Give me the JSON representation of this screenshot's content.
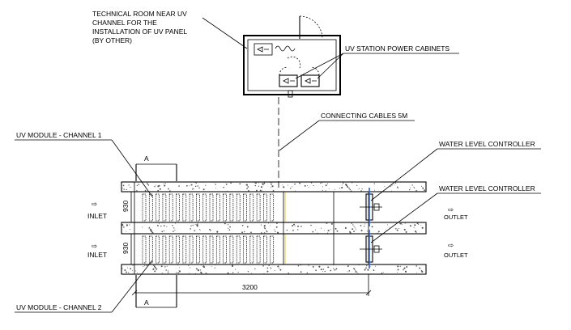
{
  "labels": {
    "technical_room": [
      "TECHNICAL ROOM NEAR UV",
      "CHANNEL FOR THE",
      "INSTALLATION OF UV PANEL",
      "(BY OTHER)"
    ],
    "power_cabinets": "UV STATION POWER CABINETS",
    "connecting_cables": "CONNECTING CABLES 5M",
    "uv_module_1": "UV MODULE - CHANNEL 1",
    "uv_module_2": "UV MODULE - CHANNEL 2",
    "water_level_1": "WATER LEVEL CONTROLLER",
    "water_level_2": "WATER LEVEL CONTROLLER",
    "inlet_1": "INLET",
    "inlet_2": "INLET",
    "outlet_1": "OUTLET",
    "outlet_2": "OUTLET",
    "width_1": "930",
    "width_2": "930",
    "length": "3200",
    "section_top": "A",
    "section_bottom": "A",
    "arrow_glyph": "⇨"
  },
  "colors": {
    "line": "#000000",
    "concrete_dot": "#555555",
    "sensor_blue": "#3a5fcd",
    "accent_yellow": "#e8d36a"
  },
  "uv_lamp_rows": 2,
  "uv_lamps_per_row": 20
}
